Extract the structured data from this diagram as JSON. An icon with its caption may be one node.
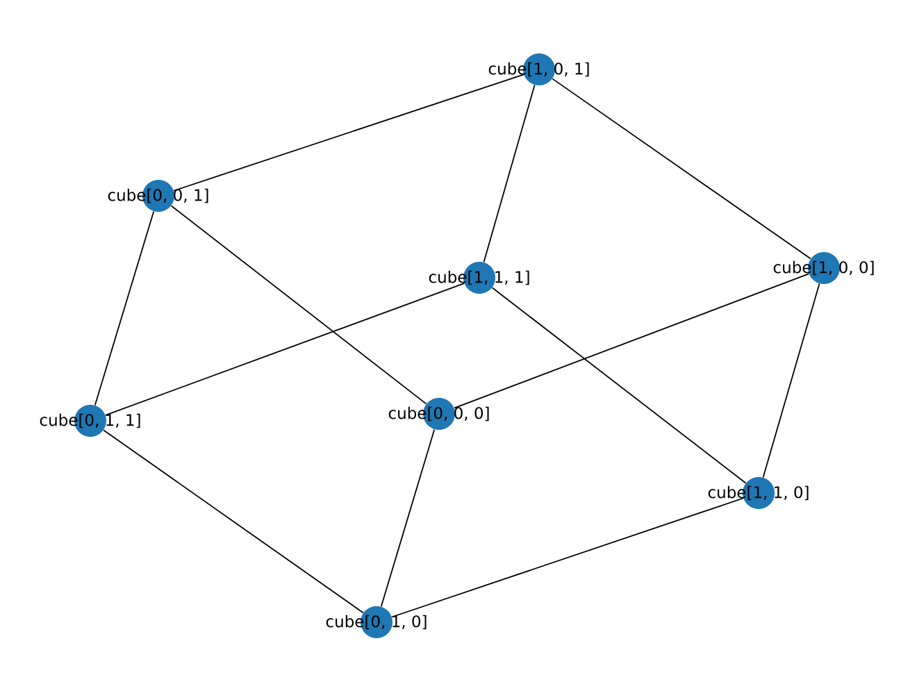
{
  "diagram": {
    "nodes": [
      {
        "text": [
          "cube[1, 0, 1]"
        ]
      },
      {
        "text": [
          "cube[0, 0, 1]"
        ]
      },
      {
        "text": [
          "cube[1, 1, 1]"
        ]
      },
      {
        "text": [
          "cube[1, 0, 0]"
        ]
      },
      {
        "text": [
          "cube[0, 1, 1]"
        ]
      },
      {
        "text": [
          "cube[0, 0, 0]"
        ]
      },
      {
        "text": [
          "cube[1, 1, 0]"
        ]
      },
      {
        "text": [
          "cube[0, 1, 0]"
        ]
      }
    ],
    "edges": [
      {
        "from": 0,
        "to": 1,
        "arrow": "none"
      },
      {
        "from": 0,
        "to": 2,
        "arrow": "none"
      },
      {
        "from": 0,
        "to": 3,
        "arrow": "none"
      },
      {
        "from": 1,
        "to": 4,
        "arrow": "none"
      },
      {
        "from": 1,
        "to": 5,
        "arrow": "none"
      },
      {
        "from": 2,
        "to": 4,
        "arrow": "none"
      },
      {
        "from": 2,
        "to": 6,
        "arrow": "none"
      },
      {
        "from": 3,
        "to": 5,
        "arrow": "none"
      },
      {
        "from": 3,
        "to": 6,
        "arrow": "none"
      },
      {
        "from": 4,
        "to": 7,
        "arrow": "none"
      },
      {
        "from": 5,
        "to": 7,
        "arrow": "none"
      },
      {
        "from": 6,
        "to": 7,
        "arrow": "none"
      }
    ]
  }
}
